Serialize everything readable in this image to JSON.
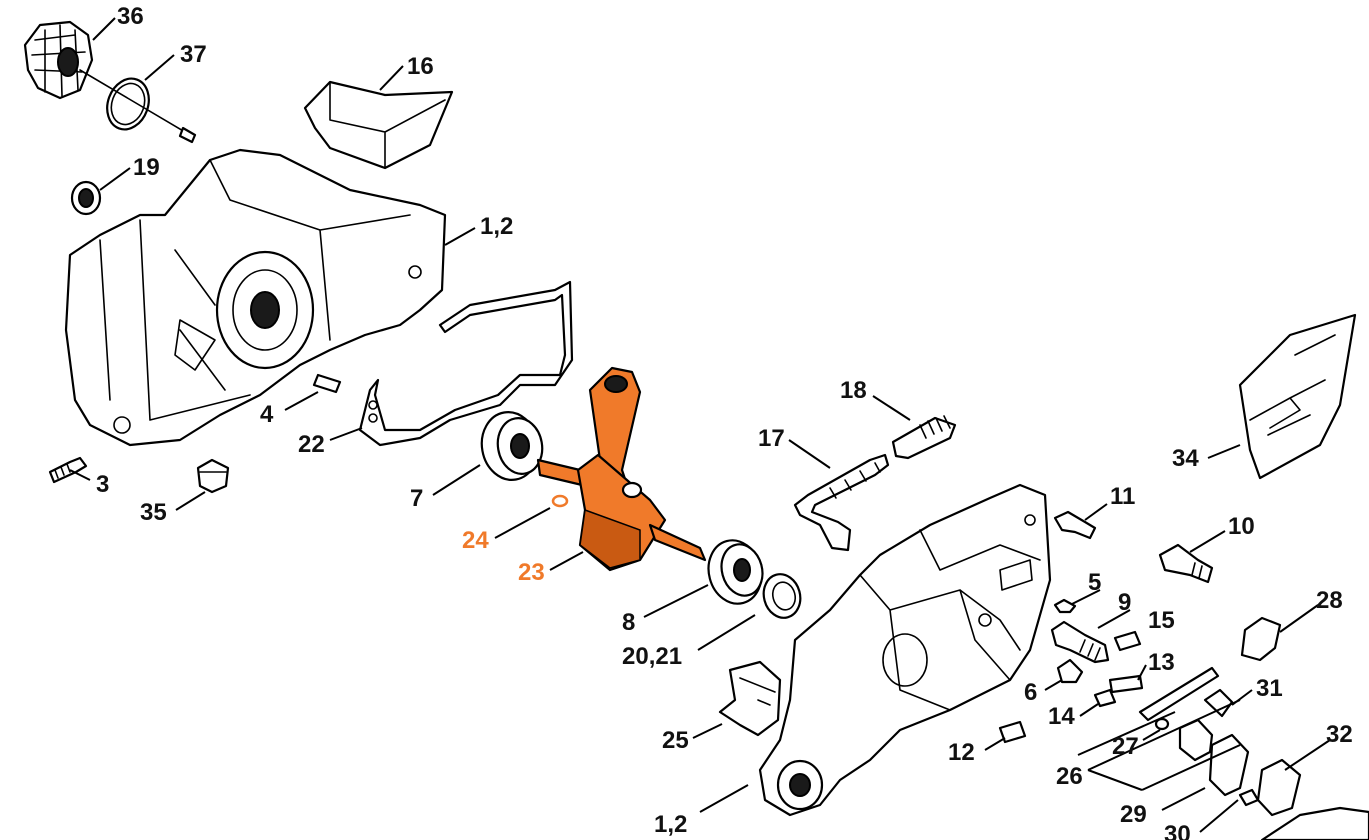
{
  "colors": {
    "highlight": "#f07a2a",
    "line": "#000000",
    "background": "#ffffff",
    "label": "#111111"
  },
  "highlighted_parts": [
    "23",
    "24"
  ],
  "callouts": {
    "c36": "36",
    "c37": "37",
    "c16": "16",
    "c19": "19",
    "c1_2_top": "1,2",
    "c4": "4",
    "c22": "22",
    "c3": "3",
    "c35": "35",
    "c7": "7",
    "c24": "24",
    "c23": "23",
    "c18": "18",
    "c17": "17",
    "c34": "34",
    "c11": "11",
    "c10": "10",
    "c8": "8",
    "c20_21": "20,21",
    "c5": "5",
    "c9": "9",
    "c15": "15",
    "c28": "28",
    "c13": "13",
    "c6": "6",
    "c14": "14",
    "c31": "31",
    "c25": "25",
    "c12": "12",
    "c27": "27",
    "c26": "26",
    "c32": "32",
    "c29": "29",
    "c1_2_bottom": "1,2",
    "c30": "30"
  }
}
